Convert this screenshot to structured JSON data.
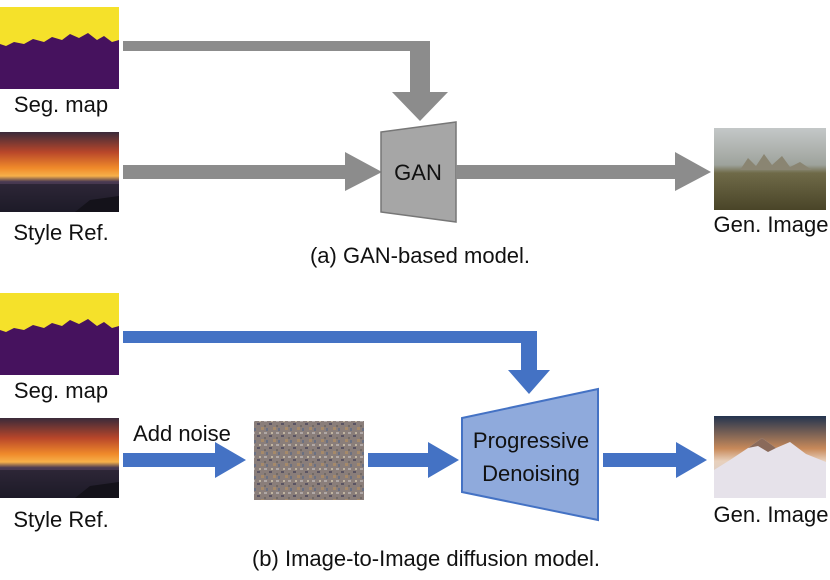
{
  "panel_a": {
    "seg_label": "Seg. map",
    "style_label": "Style Ref.",
    "model_label": "GAN",
    "output_label": "Gen. Image",
    "caption": "(a) GAN-based model."
  },
  "panel_b": {
    "seg_label": "Seg. map",
    "style_label": "Style Ref.",
    "noise_label": "Add noise",
    "model_label_line1": "Progressive",
    "model_label_line2": "Denoising",
    "output_label": "Gen. Image",
    "caption": "(b) Image-to-Image diffusion model."
  },
  "colors": {
    "seg_sky": "#f5e12a",
    "seg_ground": "#46125e",
    "gan_arrow": "#8c8c8c",
    "gan_box": "#a6a6a6",
    "diffusion_arrow": "#4472c4",
    "diffusion_box": "#8faadc"
  }
}
